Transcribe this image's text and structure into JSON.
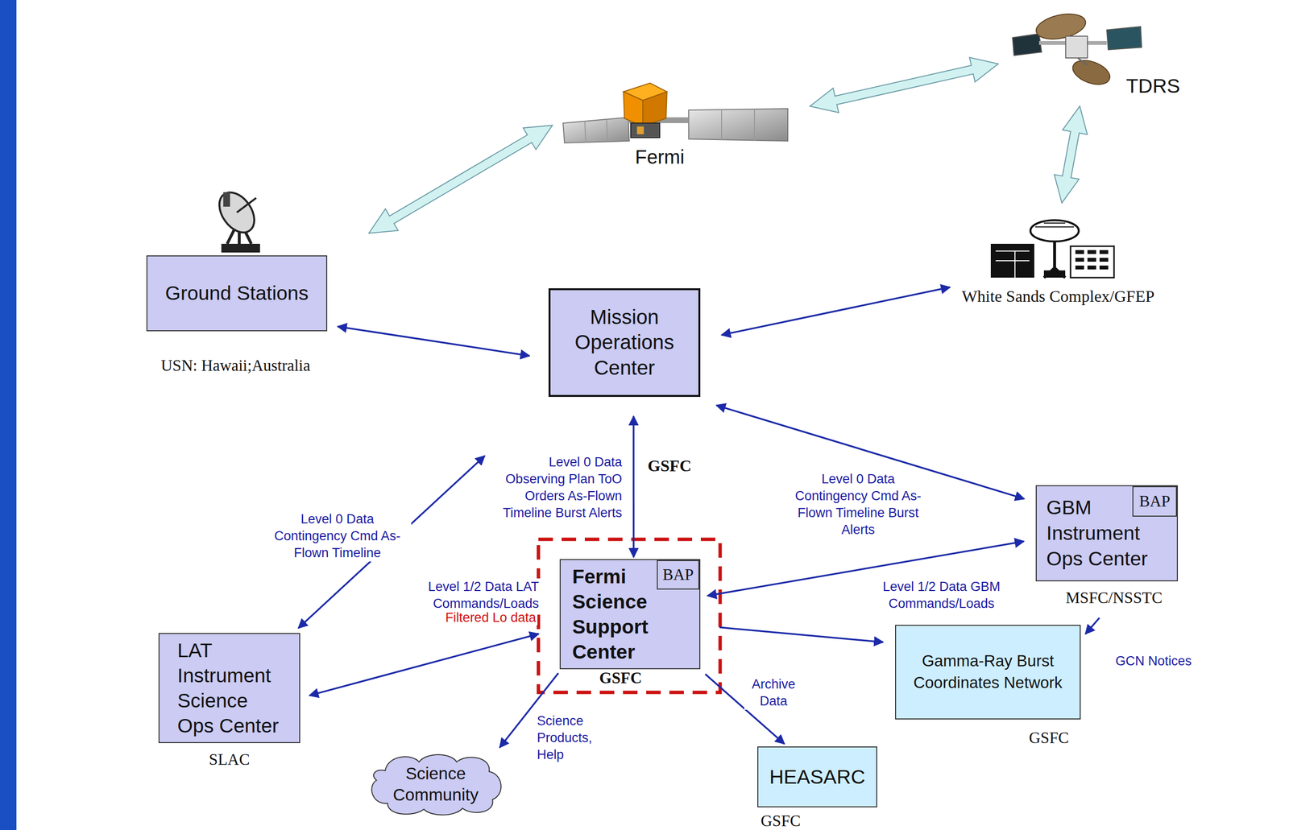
{
  "diagram": {
    "nodes": [
      {
        "text": [
          "Fermi"
        ]
      },
      {
        "text": [
          "TDRS"
        ]
      },
      {
        "text": [
          "Ground Stations",
          "USN: Hawaii;Australia"
        ]
      },
      {
        "text": [
          "Mission Operations Center"
        ]
      },
      {
        "text": [
          "White Sands Complex/GFEP"
        ]
      },
      {
        "text": [
          "GBM Instrument Ops Center",
          "MSFC/NSSTC"
        ]
      },
      {
        "text": [
          "BAP"
        ],
        "in": 5
      },
      {
        "text": [
          "Fermi Science Support Center",
          "GSFC"
        ]
      },
      {
        "text": [
          "BAP"
        ],
        "in": 7
      },
      {
        "text": [
          "LAT Instrument Science Ops Center",
          "SLAC"
        ]
      },
      {
        "text": [
          "Gamma-Ray Burst Coordinates Network",
          "GSFC"
        ]
      },
      {
        "text": [
          "Science Community"
        ]
      },
      {
        "text": [
          "HEASARC",
          "GSFC"
        ]
      }
    ],
    "edges": [
      {
        "from": 2,
        "to": 0,
        "arrow": "both"
      },
      {
        "from": 0,
        "to": 1,
        "arrow": "both"
      },
      {
        "from": 1,
        "to": 4,
        "arrow": "both"
      },
      {
        "from": 2,
        "to": 3,
        "arrow": "both"
      },
      {
        "from": 3,
        "to": 4,
        "arrow": "both"
      },
      {
        "from": 3,
        "to": 7,
        "arrow": "both",
        "label": "Level 0 Data Observing Plan ToO Orders As-Flown Timeline Burst Alerts"
      },
      {
        "from": 9,
        "to": 3,
        "arrow": "both",
        "label": "Level 0 Data Contingency Cmd As-Flown Timeline"
      },
      {
        "from": 3,
        "to": 5,
        "arrow": "both",
        "label": "Level 0 Data Contingency Cmd As-Flown Timeline Burst Alerts"
      },
      {
        "from": 7,
        "to": 5,
        "arrow": "both",
        "label": "Level 1/2 Data GBM Commands/Loads"
      },
      {
        "from": 7,
        "to": 9,
        "arrow": "both",
        "label": "Level 1/2 Data LAT Commands/Loads"
      },
      {
        "from": 7,
        "to": 10,
        "arrow": "to"
      },
      {
        "from": 5,
        "to": 10,
        "arrow": "to",
        "label": "GCN Notices"
      },
      {
        "from": 7,
        "to": 11,
        "arrow": "to",
        "label": "Science Products, Help"
      },
      {
        "from": 7,
        "to": 12,
        "arrow": "to",
        "label": "Archive Data"
      }
    ],
    "labels": [
      "GSFC",
      "Filtered Lo data"
    ]
  }
}
